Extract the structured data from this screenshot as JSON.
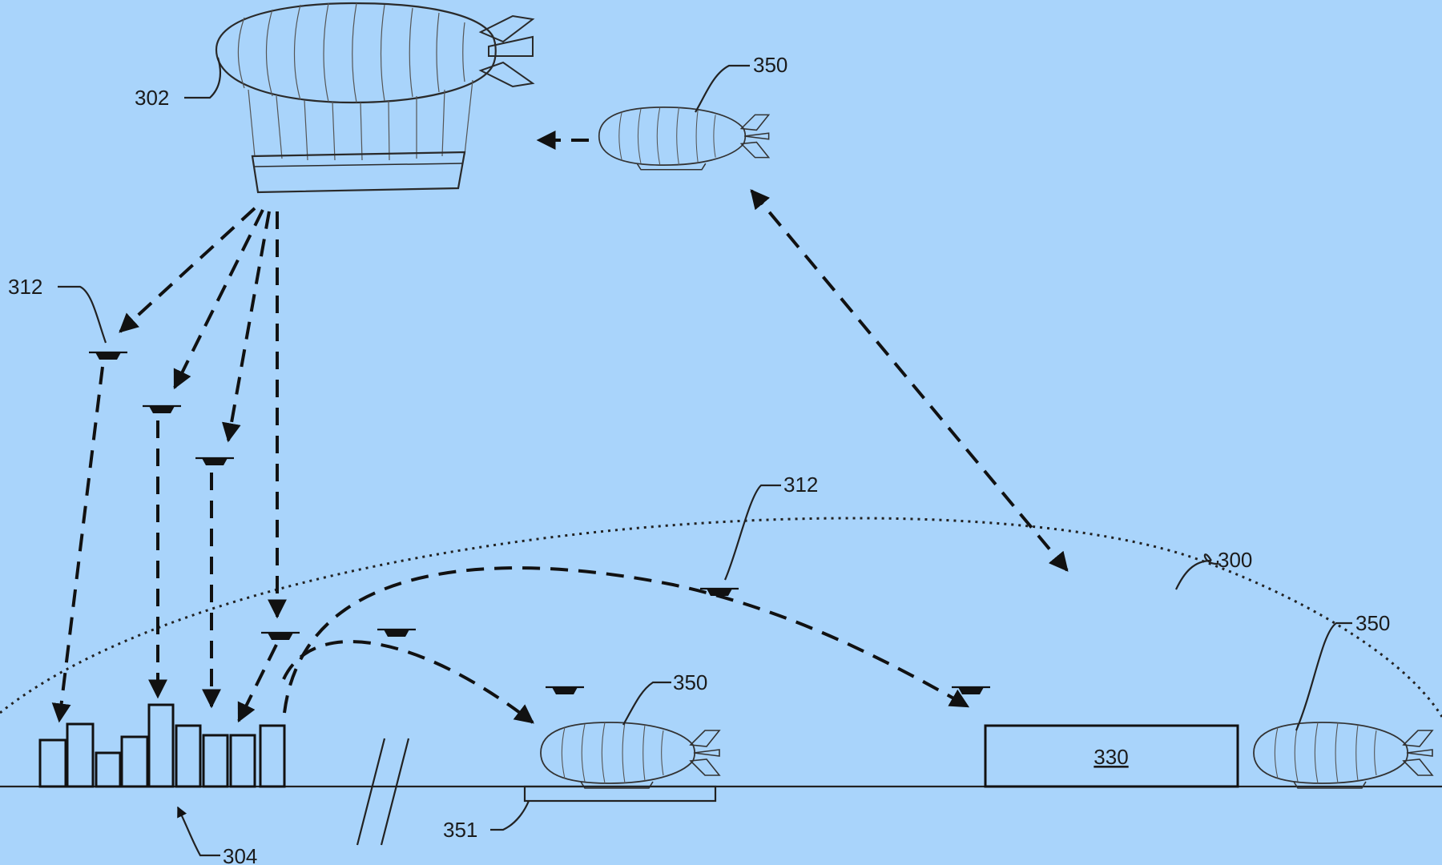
{
  "labels": {
    "airship_main": "302",
    "airship_top_right": "350",
    "drone_left": "312",
    "drone_mid": "312",
    "boundary": "300",
    "airship_ground_mid": "350",
    "airship_ground_right": "350",
    "facility": "330",
    "pad": "351",
    "buildings": "304"
  },
  "colors": {
    "background": "#a9d4fb",
    "ink": "#111111"
  }
}
